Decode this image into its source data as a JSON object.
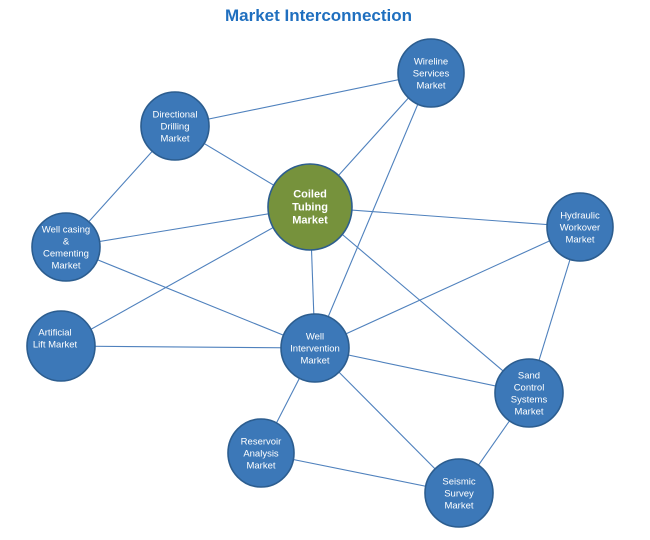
{
  "title": "Market Interconnection",
  "colors": {
    "title": "#1f6fbf",
    "node_fill": "#3c78b8",
    "center_fill": "#76923c",
    "edge": "#4f81bd",
    "label": "#ffffff"
  },
  "nodes": [
    {
      "id": "coiled",
      "name": "coiled-tubing-node",
      "lines": [
        "Coiled",
        "Tubing",
        "Market"
      ],
      "center": true
    },
    {
      "id": "wireline",
      "name": "wireline-services-node",
      "lines": [
        "Wireline",
        "Services",
        "Market"
      ]
    },
    {
      "id": "directional",
      "name": "directional-drilling-node",
      "lines": [
        "Directional",
        "Drilling",
        "Market"
      ]
    },
    {
      "id": "wellcasing",
      "name": "well-casing-cementing-node",
      "lines": [
        "Well casing",
        "&",
        "Cementing",
        "Market"
      ]
    },
    {
      "id": "hydraulic",
      "name": "hydraulic-workover-node",
      "lines": [
        "Hydraulic",
        "Workover",
        "Market"
      ]
    },
    {
      "id": "artificial",
      "name": "artificial-lift-node",
      "lines": [
        "Artificial",
        "Lift Market"
      ]
    },
    {
      "id": "intervention",
      "name": "well-intervention-node",
      "lines": [
        "Well",
        "Intervention",
        "Market"
      ]
    },
    {
      "id": "sand",
      "name": "sand-control-systems-node",
      "lines": [
        "Sand",
        "Control",
        "Systems",
        "Market"
      ]
    },
    {
      "id": "reservoir",
      "name": "reservoir-analysis-node",
      "lines": [
        "Reservoir",
        "Analysis",
        "Market"
      ]
    },
    {
      "id": "seismic",
      "name": "seismic-survey-node",
      "lines": [
        "Seismic",
        "Survey",
        "Market"
      ]
    }
  ],
  "edges": [
    [
      "directional",
      "wireline"
    ],
    [
      "directional",
      "coiled"
    ],
    [
      "directional",
      "wellcasing"
    ],
    [
      "wireline",
      "coiled"
    ],
    [
      "wireline",
      "intervention"
    ],
    [
      "coiled",
      "wellcasing"
    ],
    [
      "coiled",
      "hydraulic"
    ],
    [
      "coiled",
      "artificial"
    ],
    [
      "coiled",
      "intervention"
    ],
    [
      "coiled",
      "sand"
    ],
    [
      "wellcasing",
      "intervention"
    ],
    [
      "artificial",
      "intervention"
    ],
    [
      "hydraulic",
      "intervention"
    ],
    [
      "hydraulic",
      "sand"
    ],
    [
      "intervention",
      "sand"
    ],
    [
      "intervention",
      "reservoir"
    ],
    [
      "intervention",
      "seismic"
    ],
    [
      "reservoir",
      "seismic"
    ],
    [
      "sand",
      "seismic"
    ]
  ]
}
